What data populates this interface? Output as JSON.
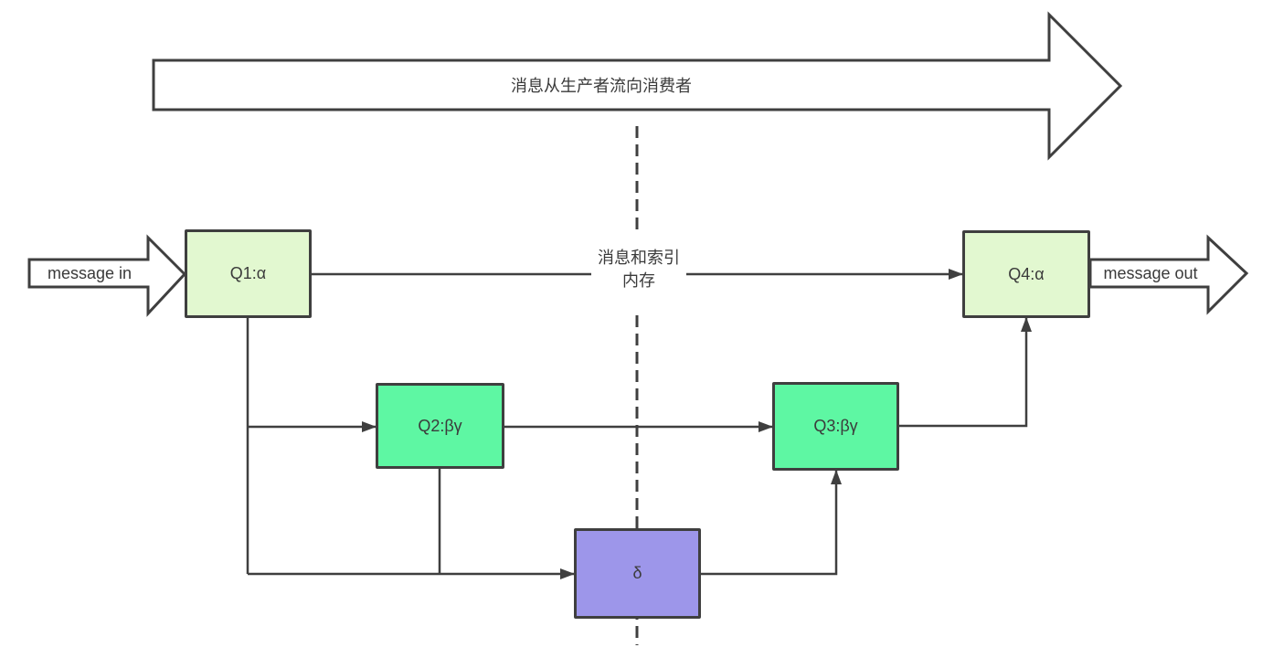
{
  "diagram": {
    "top_arrow": {
      "label": "消息从生产者流向消费者"
    },
    "input_arrow": {
      "label": "message in"
    },
    "output_arrow": {
      "label": "message out"
    },
    "divider_label": {
      "line1": "消息和索引",
      "line2": "内存"
    },
    "nodes": [
      {
        "id": "q1",
        "label": "Q1:α",
        "fill": "#e2f8d0"
      },
      {
        "id": "q2",
        "label": "Q2:βγ",
        "fill": "#5ef7a3"
      },
      {
        "id": "q3",
        "label": "Q3:βγ",
        "fill": "#5ef7a3"
      },
      {
        "id": "q4",
        "label": "Q4:α",
        "fill": "#e2f8d0"
      },
      {
        "id": "delta",
        "label": "δ",
        "fill": "#9d96ea"
      }
    ],
    "colors": {
      "line_stroke": "#3f3f3f",
      "arrow_fill": "#ffffff",
      "pale_green_node": "#e2f8d0",
      "green_node": "#5ef7a3",
      "purple_node": "#9d96ea",
      "text": "#3a3a3a"
    }
  }
}
